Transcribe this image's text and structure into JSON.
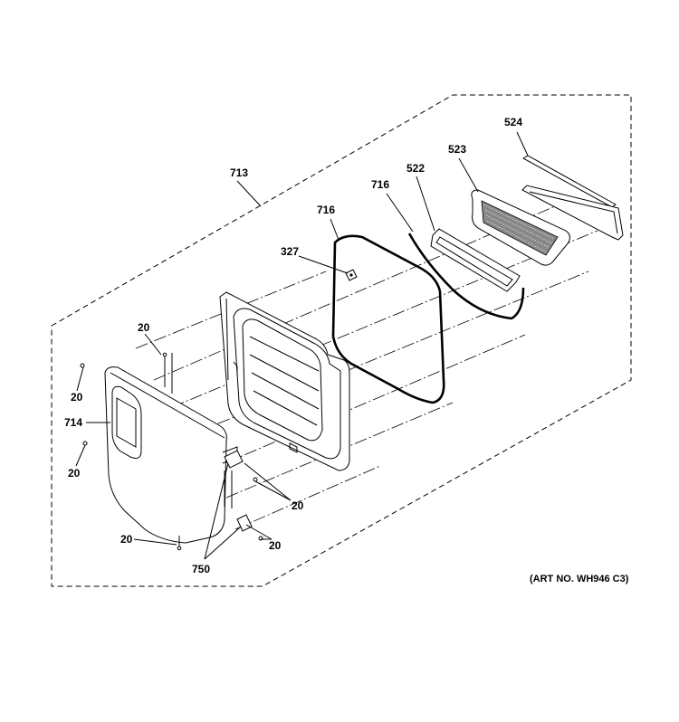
{
  "labels": {
    "l524": "524",
    "l523": "523",
    "l522": "522",
    "l716a": "716",
    "l716b": "716",
    "l713": "713",
    "l327": "327",
    "l20a": "20",
    "l20b": "20",
    "l714": "714",
    "l20c": "20",
    "l20d": "20",
    "l20e": "20",
    "l20f": "20",
    "l750": "750"
  },
  "art_no": "(ART NO. WH946 C3)"
}
